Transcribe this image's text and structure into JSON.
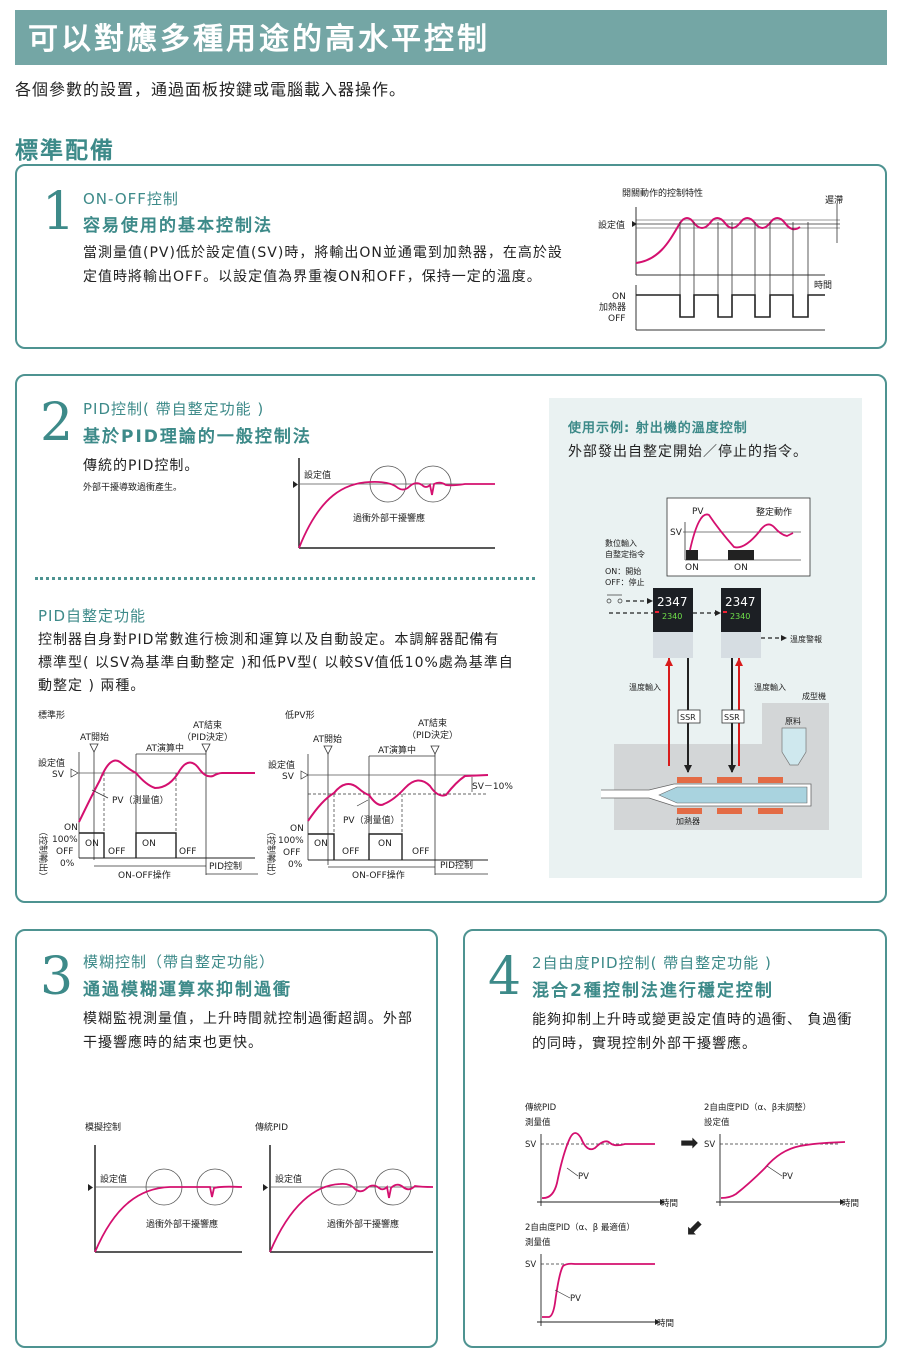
{
  "header": {
    "title": "可以對應多種用途的高水平控制",
    "intro": "各個參數的設置，通過面板按鍵或電腦載入器操作。",
    "section_title": "標準配備"
  },
  "colors": {
    "teal": "#4e9391",
    "banner": "#74a6a5",
    "curve": "#d4106f",
    "heater": "#e36b45"
  },
  "card1": {
    "number": "1",
    "subtitle": "ON-OFF控制",
    "heading": "容易使用的基本控制法",
    "body_line1": "當測量值(PV)低於設定值(SV)時，將輸出ON並通電到加熱器，在高於設",
    "body_line2": "定值時將輸出OFF。以設定值為界重複ON和OFF，保持一定的溫度。",
    "chart": {
      "title": "開關動作的控制特性",
      "setpoint": "設定值",
      "hysteresis": "遲滯",
      "time": "時間",
      "on": "ON",
      "heater": "加熱器",
      "off": "OFF"
    }
  },
  "card2": {
    "number": "2",
    "subtitle": "PID控制( 帶自整定功能 )",
    "heading": "基於PID理論的一般控制法",
    "lead": "傳統的PID控制。",
    "note": "外部干擾導致過衝產生。",
    "chart": {
      "setpoint": "設定值",
      "caption": "過衝外部干擾響應"
    },
    "autotune_title": "PID自整定功能",
    "autotune_line1": "控制器自身對PID常數進行檢測和運算以及自動設定。本調解器配備有",
    "autotune_line2": "標準型( 以SV為基準自動整定 )和低PV型( 以較SV值低10%處為基準自",
    "autotune_line3": "動整定 ) 兩種。",
    "std_chart": {
      "title": "標準形",
      "at_start": "AT開始",
      "at_end": "AT結束",
      "pid_decided": "（PID決定）",
      "at_running": "AT演算中",
      "setpoint": "設定值",
      "sv": "SV",
      "pv": "PV（測量值）",
      "on": "ON",
      "p100": "100%",
      "off": "OFF",
      "p0": "0%",
      "output_label": "（控制輸出）",
      "on_box": "ON",
      "off_box": "OFF",
      "onoff_op": "ON-OFF操作",
      "pid_ctrl": "PID控制"
    },
    "low_chart": {
      "title": "低PV形",
      "at_start": "AT開始",
      "at_end": "AT結束",
      "pid_decided": "（PID決定）",
      "at_running": "AT演算中",
      "setpoint": "設定值",
      "sv": "SV",
      "sv10": "SV－10%",
      "pv": "PV（測量值）",
      "on": "ON",
      "p100": "100%",
      "off": "OFF",
      "p0": "0%",
      "output_label": "（控制輸出）",
      "on_box": "ON",
      "off_box": "OFF",
      "onoff_op": "ON-OFF操作",
      "pid_ctrl": "PID控制"
    },
    "example": {
      "title": "使用示例: 射出機的溫度控制",
      "desc": "外部發出自整定開始／停止的指令。",
      "pv": "PV",
      "tuning": "整定動作",
      "sv": "SV",
      "on1": "ON",
      "on2": "ON",
      "digital_input": "數位輸入",
      "autotune_cmd": "自整定指令",
      "on_start": "ON：開始",
      "off_stop": "OFF：停止",
      "display_top": "2347",
      "display_bottom": "2340",
      "temp_alarm": "溫度警報",
      "temp_input": "溫度輸入",
      "molding": "成型機",
      "ssr": "SSR",
      "material": "原料",
      "heater": "加熱器"
    }
  },
  "card3": {
    "number": "3",
    "subtitle": "模糊控制（帶自整定功能）",
    "heading": "通過模糊運算來抑制過衝",
    "body_line1": "模糊監視測量值，上升時間就控制過衝超調。外部",
    "body_line2": "干擾響應時的結束也更快。",
    "fuzzy_chart": {
      "title": "模擬控制",
      "setpoint": "設定值",
      "caption": "過衝外部干擾響應"
    },
    "pid_chart": {
      "title": "傳統PID",
      "setpoint": "設定值",
      "caption": "過衝外部干擾響應"
    }
  },
  "card4": {
    "number": "4",
    "subtitle": "2自由度PID控制( 帶自整定功能 )",
    "heading": "混合2種控制法進行穩定控制",
    "body_line1": "能夠抑制上升時或變更設定值時的過衝、 負過衝",
    "body_line2": "的同時，實現控制外部干擾響應。",
    "chart_a": {
      "title": "傳統PID",
      "ylabel": "測量值",
      "sv": "SV",
      "pv": "PV",
      "time": "時間"
    },
    "chart_b": {
      "title": "2自由度PID（α、β未調整）",
      "ylabel": "設定值",
      "sv": "SV",
      "pv": "PV",
      "time": "時間"
    },
    "chart_c": {
      "title": "2自由度PID（α、β 最適值）",
      "ylabel": "測量值",
      "sv": "SV",
      "pv": "PV",
      "time": "時間"
    }
  }
}
